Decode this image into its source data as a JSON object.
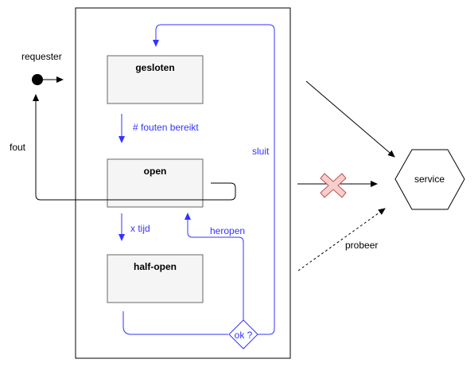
{
  "diagram": {
    "states": {
      "closed": "gesloten",
      "open": "open",
      "half_open": "half-open"
    },
    "transitions": {
      "closed_to_open": "# fouten bereikt",
      "open_to_half_open": "x tijd",
      "reopen": "heropen",
      "close": "sluit",
      "decision": "ok ?"
    },
    "actors": {
      "requester": "requester",
      "service": "service",
      "error": "fout",
      "try": "probeer"
    },
    "colors": {
      "state_fill": "#f5f5f5",
      "transition": "#3333ff",
      "line": "#000000",
      "blocked_cross": "#f8cecc",
      "blocked_cross_border": "#b85450"
    }
  }
}
